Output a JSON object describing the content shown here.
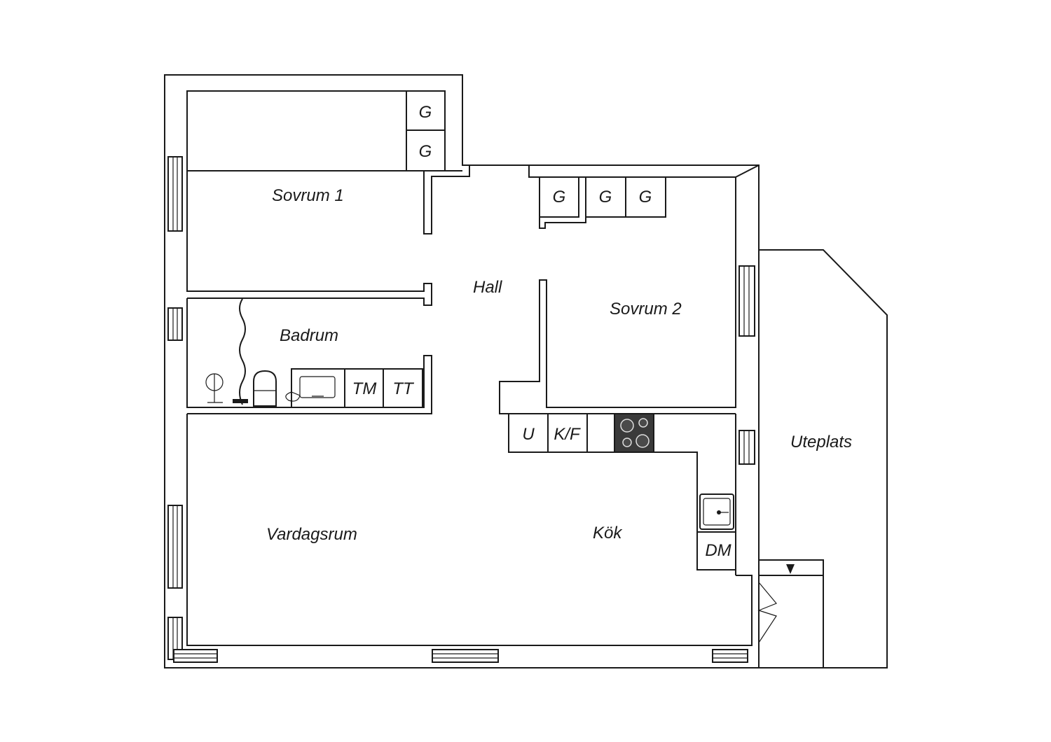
{
  "rooms": {
    "sovrum1": "Sovrum 1",
    "sovrum2": "Sovrum 2",
    "hall": "Hall",
    "badrum": "Badrum",
    "vardagsrum": "Vardagsrum",
    "kok": "Kök",
    "uteplats": "Uteplats"
  },
  "fixtures": {
    "wardrobe": "G",
    "washer": "TM",
    "dryer": "TT",
    "oven": "U",
    "fridge_freezer": "K/F",
    "dishwasher": "DM"
  },
  "colors": {
    "line": "#1a1a1a",
    "stove": "#3a3a3a",
    "background": "#ffffff"
  }
}
